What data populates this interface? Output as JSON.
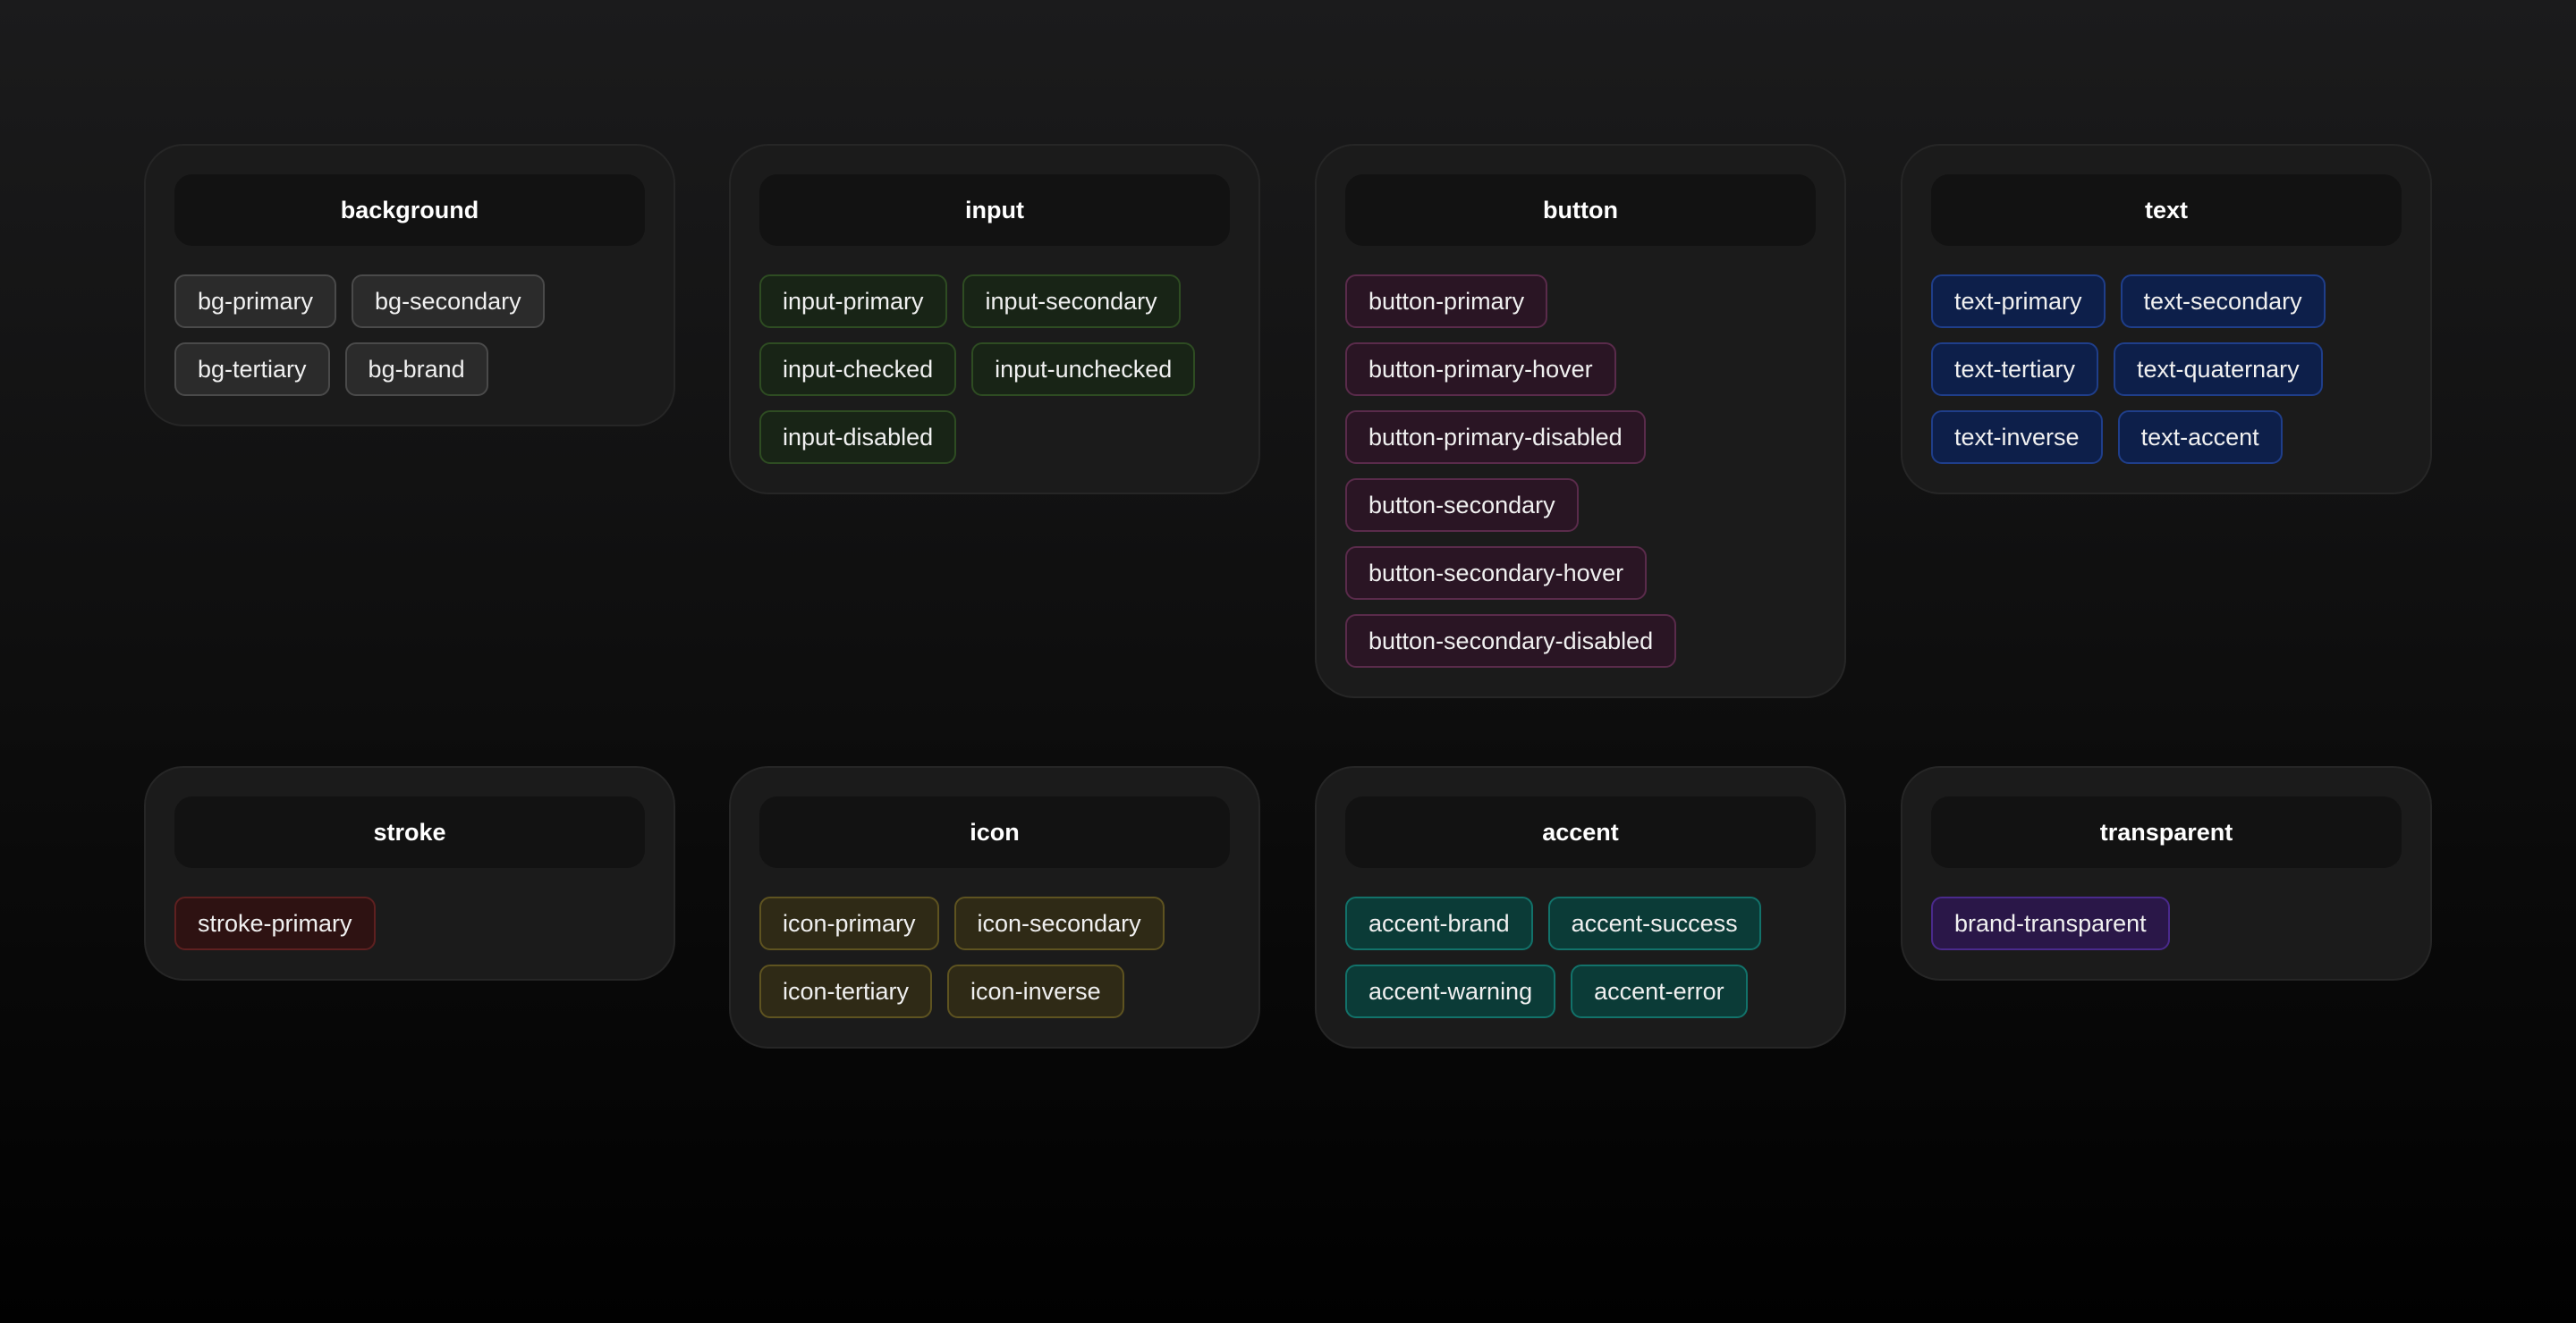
{
  "colors": {
    "gray": "#2b2b2b",
    "green": "#182416",
    "purple": "#2a1524",
    "blue": "#0d1f4a",
    "red": "#2e1212",
    "olive": "#2f2a16",
    "teal": "#0b3b37",
    "violet": "#2a1748"
  },
  "cards": [
    {
      "title": "background",
      "tone": "gray",
      "items": [
        "bg-primary",
        "bg-secondary",
        "bg-tertiary",
        "bg-brand"
      ]
    },
    {
      "title": "input",
      "tone": "green",
      "items": [
        "input-primary",
        "input-secondary",
        "input-checked",
        "input-unchecked",
        "input-disabled"
      ]
    },
    {
      "title": "button",
      "tone": "purple",
      "items": [
        "button-primary",
        "button-primary-hover",
        "button-primary-disabled",
        "button-secondary",
        "button-secondary-hover",
        "button-secondary-disabled"
      ]
    },
    {
      "title": "text",
      "tone": "blue",
      "items": [
        "text-primary",
        "text-secondary",
        "text-tertiary",
        "text-quaternary",
        "text-inverse",
        "text-accent"
      ]
    },
    {
      "title": "stroke",
      "tone": "red",
      "items": [
        "stroke-primary"
      ]
    },
    {
      "title": "icon",
      "tone": "olive",
      "items": [
        "icon-primary",
        "icon-secondary",
        "icon-tertiary",
        "icon-inverse"
      ]
    },
    {
      "title": "accent",
      "tone": "teal",
      "items": [
        "accent-brand",
        "accent-success",
        "accent-warning",
        "accent-error"
      ]
    },
    {
      "title": "transparent",
      "tone": "violet",
      "items": [
        "brand-transparent"
      ]
    }
  ]
}
